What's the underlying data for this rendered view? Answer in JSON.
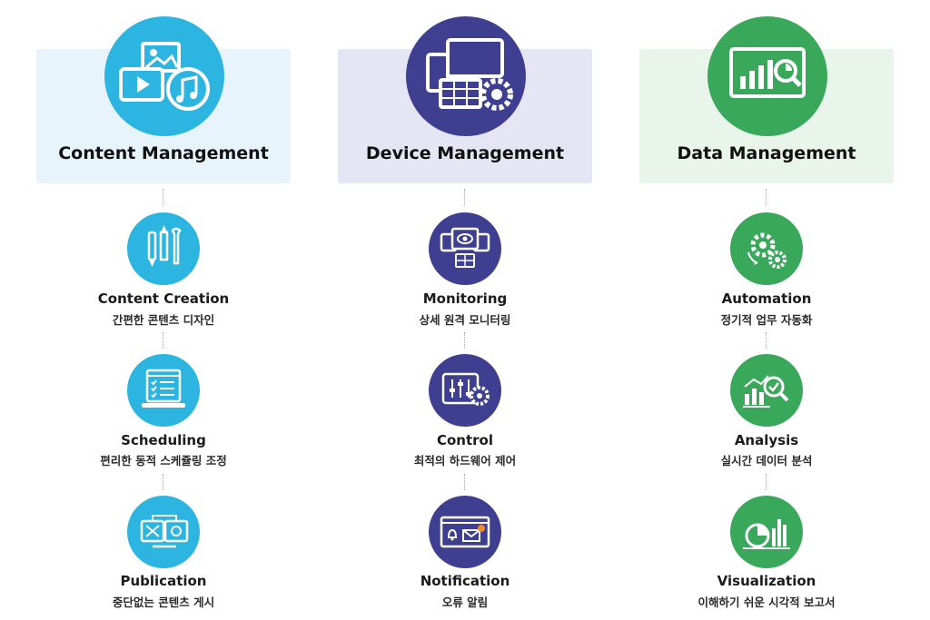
{
  "colors": {
    "content": "#2bb5e0",
    "content_bg": "#e8f4fc",
    "device": "#3f3f91",
    "device_bg": "#e6e5f3",
    "data": "#3aa85a",
    "data_bg": "#e9f4ea"
  },
  "columns": [
    {
      "title": "Content Management",
      "icon": "media-icon",
      "features": [
        {
          "title": "Content Creation",
          "subtitle": "간편한 콘텐츠 디자인",
          "icon": "design-tools-icon"
        },
        {
          "title": "Scheduling",
          "subtitle": "편리한 동적 스케쥴링 조정",
          "icon": "schedule-checklist-icon"
        },
        {
          "title": "Publication",
          "subtitle": "중단없는 콘텐츠 게시",
          "icon": "publish-screens-icon"
        }
      ]
    },
    {
      "title": "Device Management",
      "icon": "devices-gear-icon",
      "features": [
        {
          "title": "Monitoring",
          "subtitle": "상세 원격 모니터링",
          "icon": "eye-monitor-icon"
        },
        {
          "title": "Control",
          "subtitle": "최적의 하드웨어 제어",
          "icon": "control-sliders-icon"
        },
        {
          "title": "Notification",
          "subtitle": "오류 알림",
          "icon": "bell-mail-icon"
        }
      ]
    },
    {
      "title": "Data Management",
      "icon": "analytics-board-icon",
      "features": [
        {
          "title": "Automation",
          "subtitle": "정기적 업무 자동화",
          "icon": "gears-icon"
        },
        {
          "title": "Analysis",
          "subtitle": "실시간 데이터 분석",
          "icon": "chart-magnifier-icon"
        },
        {
          "title": "Visualization",
          "subtitle": "이해하기 쉬운 시각적 보고서",
          "icon": "pie-bar-icon"
        }
      ]
    }
  ]
}
